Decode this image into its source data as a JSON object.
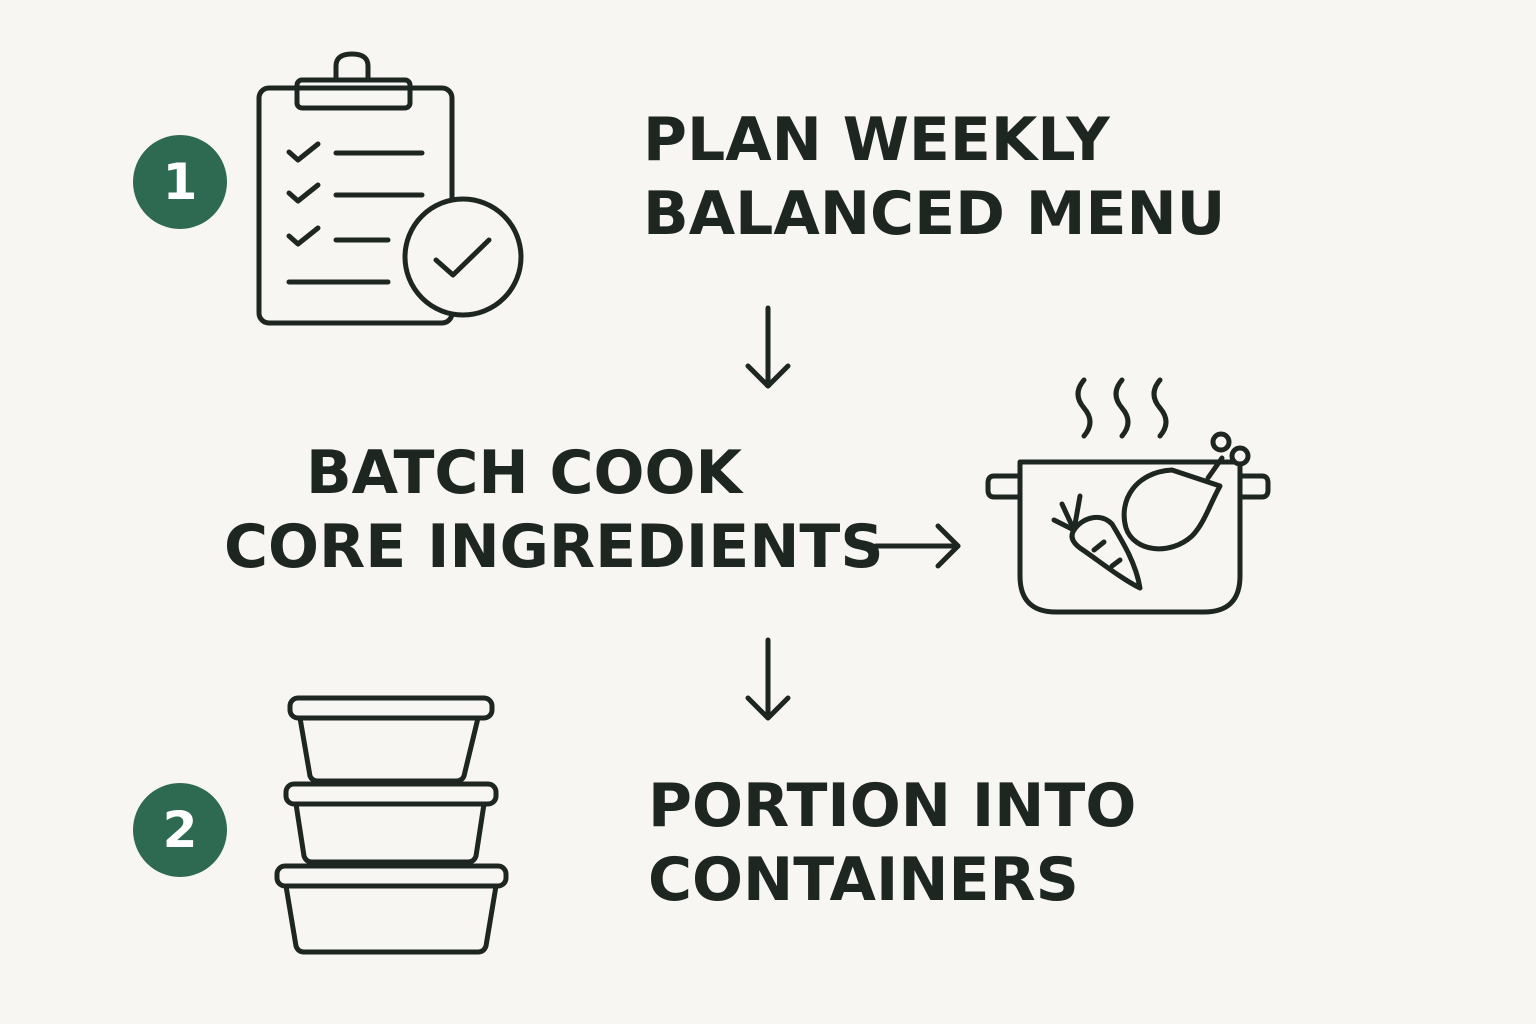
{
  "colors": {
    "background": "#f8f6f2",
    "ink": "#1e2622",
    "accent_green": "#2e6a52"
  },
  "steps": [
    {
      "number": "1",
      "lines": [
        "PLAN WEEKLY",
        "BALANCED MENU"
      ],
      "icon": "clipboard-checklist-icon"
    },
    {
      "lines": [
        "BATCH COOK",
        "CORE INGREDIENTS"
      ],
      "icon": "cooking-pot-icon"
    },
    {
      "number": "2",
      "lines": [
        "PORTION INTO",
        "CONTAINERS"
      ],
      "icon": "stacked-containers-icon"
    }
  ],
  "arrows": [
    "arrow-down",
    "arrow-right",
    "arrow-down"
  ]
}
